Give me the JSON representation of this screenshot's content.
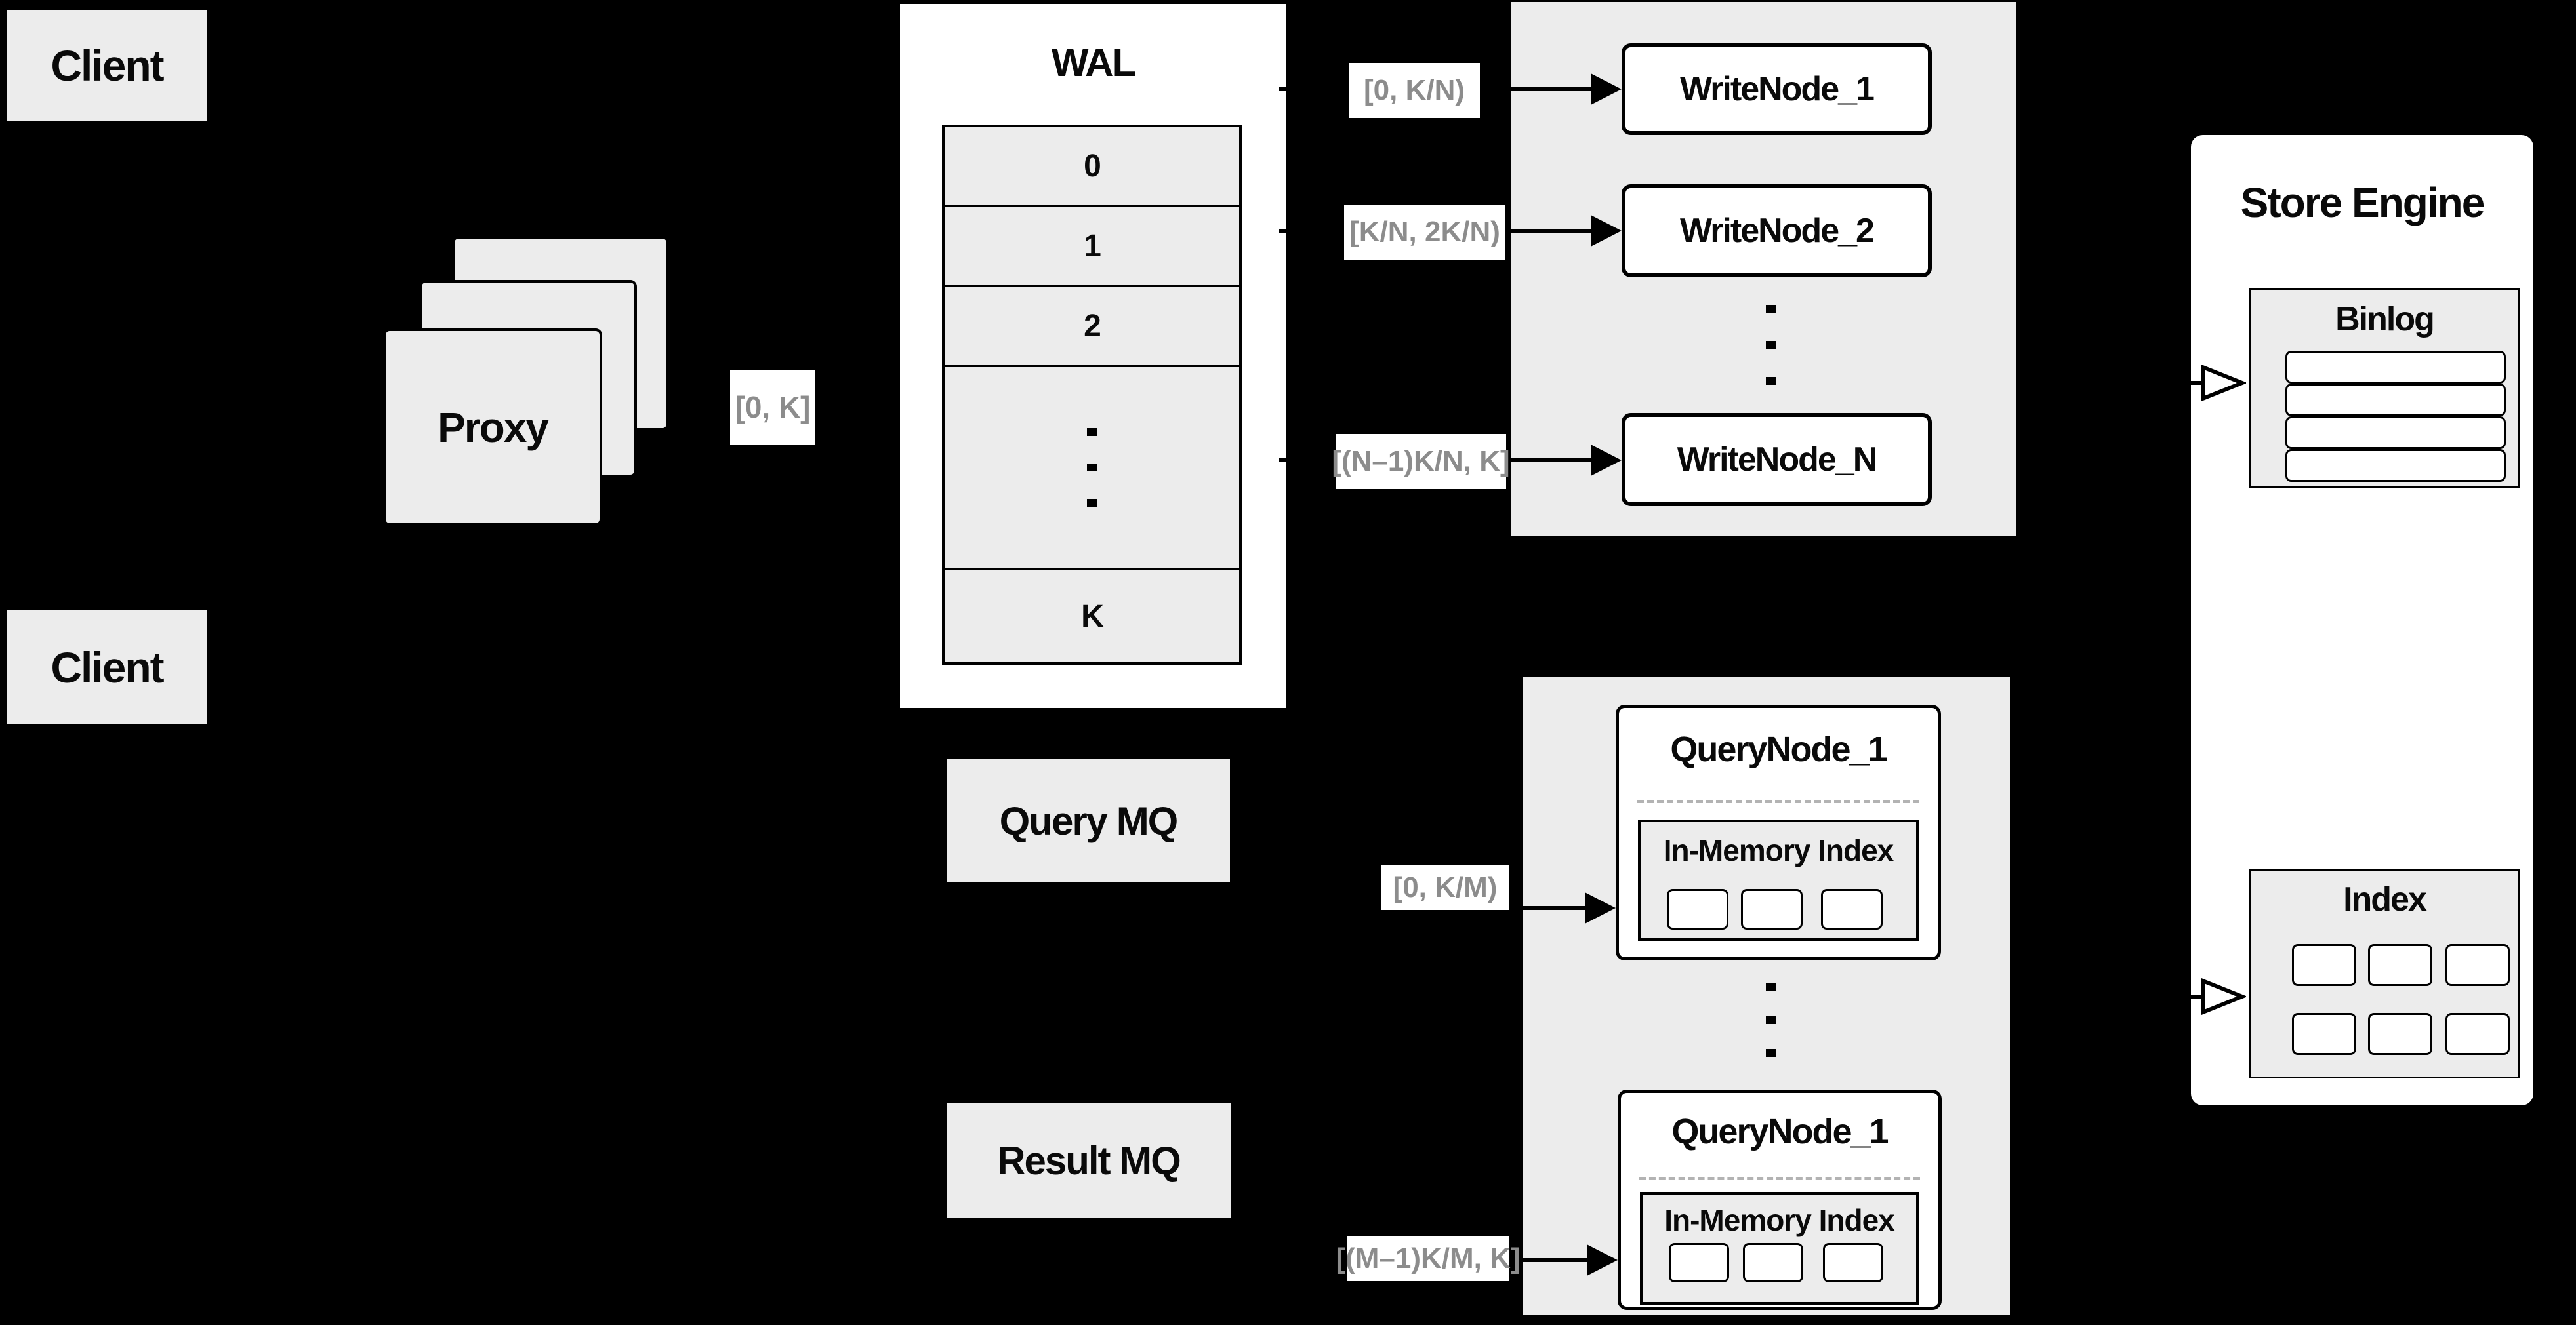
{
  "colors": {
    "background": "#000000",
    "panel_gray": "#ececec",
    "box_white": "#ffffff",
    "line_black": "#000000",
    "range_text_gray": "#8c8c8c",
    "dashed_divider_gray": "#b3b3b3"
  },
  "clients": {
    "top_label": "Client",
    "bottom_label": "Client"
  },
  "proxy": {
    "label": "Proxy",
    "range": "[0, K]"
  },
  "wal": {
    "title": "WAL",
    "row_labels": [
      "0",
      "1",
      "2"
    ],
    "bottom_row_label": "K"
  },
  "write_nodes": {
    "node1": {
      "label": "WriteNode_1",
      "range": "[0, K/N)"
    },
    "node2": {
      "label": "WriteNode_2",
      "range": "[K/N, 2K/N)"
    },
    "nodeN": {
      "label": "WriteNode_N",
      "range": "[(N–1)K/N, K]"
    }
  },
  "store_engine": {
    "title": "Store Engine",
    "binlog_title": "Binlog",
    "index_title": "Index"
  },
  "mq": {
    "query_label": "Query MQ",
    "result_label": "Result MQ"
  },
  "query_nodes": {
    "node1": {
      "title": "QueryNode_1",
      "inner_title": "In-Memory Index",
      "range": "[0, K/M)"
    },
    "node2": {
      "title": "QueryNode_1",
      "inner_title": "In-Memory Index",
      "range": "[(M–1)K/M, K]"
    }
  }
}
